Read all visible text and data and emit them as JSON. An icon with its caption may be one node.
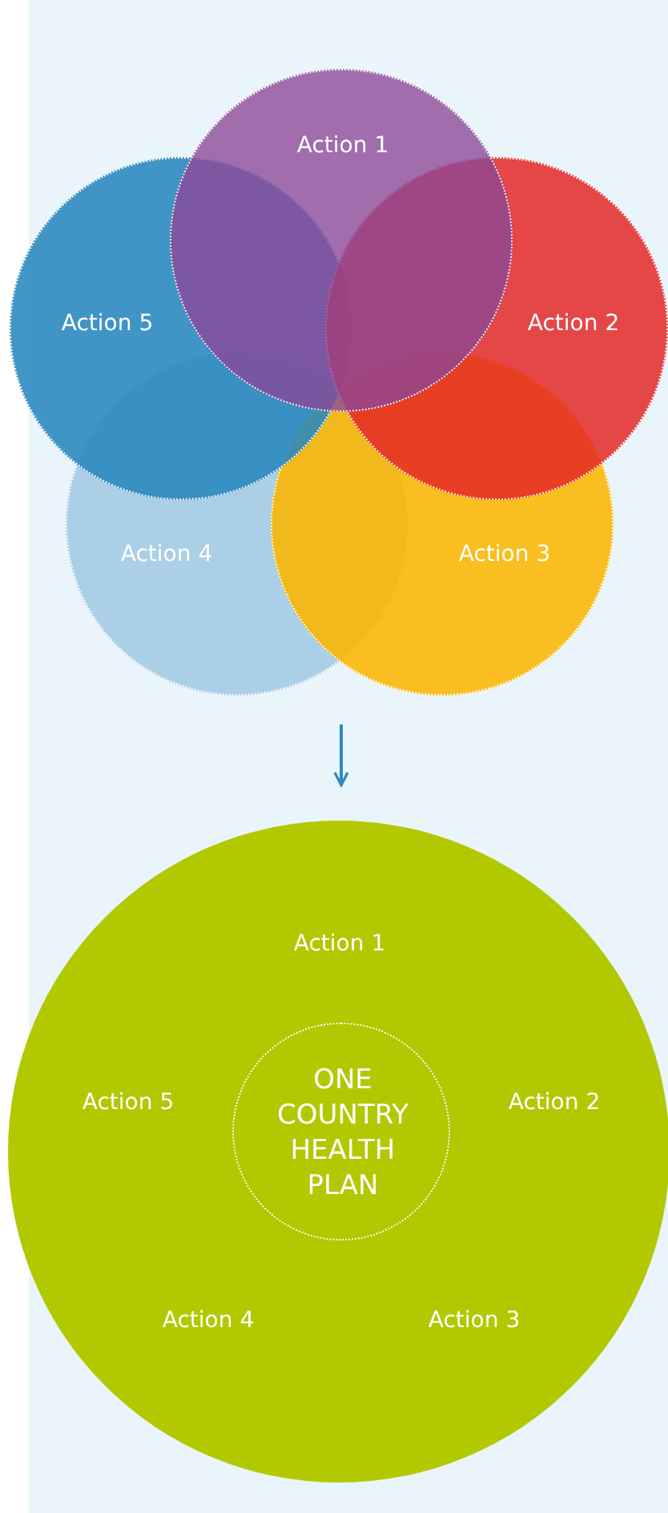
{
  "diagram": {
    "nodes": [
      {
        "text": [
          "Action 1"
        ]
      },
      {
        "text": [
          "Action 2"
        ]
      },
      {
        "text": [
          "Action 3"
        ]
      },
      {
        "text": [
          "Action 4"
        ]
      },
      {
        "text": [
          "Action 5"
        ]
      },
      {
        "text": [],
        "shape": "circle"
      },
      {
        "text": [
          "ONE COUNTRY HEALTH PLAN"
        ],
        "in": 5
      }
    ],
    "edges": [
      {
        "from": null,
        "to": 5,
        "arrow": "to"
      }
    ],
    "labels": [
      "Action 1",
      "Action 5",
      "Action 2",
      "Action 4",
      "Action 3"
    ]
  }
}
